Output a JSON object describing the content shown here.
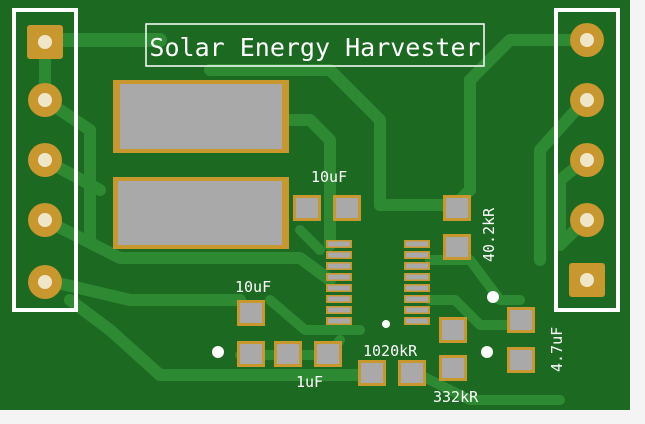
{
  "board": {
    "title": "Solar Energy Harvester",
    "colors": {
      "page": "#ffffff",
      "pcb": "#1c6a22",
      "trace": "#2d8a33",
      "pad": "#c8972e",
      "pad_hole": "#efe6c8",
      "smd_pad": "#a9a9a9",
      "silkscreen": "#ffffff",
      "bezel": "#f3f3f3"
    }
  },
  "labels": {
    "cap_top": "10uF",
    "cap_left": "10uF",
    "res_40k": "40.2kR",
    "res_1020k": "1020kR",
    "cap_1u": "1uF",
    "res_332k": "332kR",
    "cap_47u": "4.7uF"
  },
  "headers": {
    "left": {
      "name": "left-header",
      "pins": 5,
      "square_pin_index": 0
    },
    "right": {
      "name": "right-header",
      "pins": 5,
      "square_pin_index": 4
    }
  }
}
